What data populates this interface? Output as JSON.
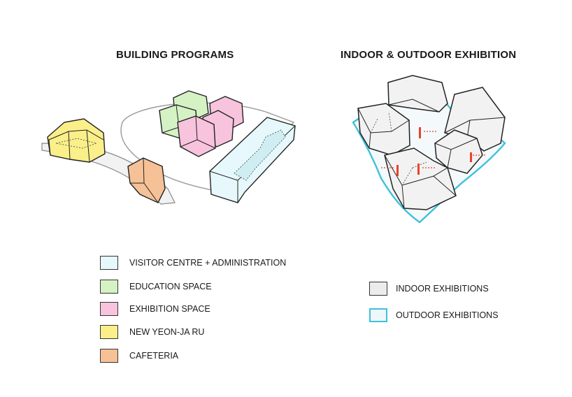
{
  "left_panel": {
    "title": "BUILDING PROGRAMS",
    "legend": [
      {
        "label": "VISITOR CENTRE  + ADMINISTRATION",
        "color": "#e6f8fb"
      },
      {
        "label": "EDUCATION SPACE",
        "color": "#d5f2c4"
      },
      {
        "label": "EXHIBITION SPACE",
        "color": "#f8c3dd"
      },
      {
        "label": "NEW YEON-JA RU",
        "color": "#fbef8a"
      },
      {
        "label": "CAFETERIA",
        "color": "#f6c197"
      }
    ]
  },
  "right_panel": {
    "title": "INDOOR & OUTDOOR EXHIBITION",
    "legend": [
      {
        "label": "INDOOR EXHIBITIONS",
        "fill": "#ececec",
        "border": "#333333"
      },
      {
        "label": "OUTDOOR EXHIBITIONS",
        "fill": "#eef7f9",
        "border": "#3fc0dc"
      }
    ]
  },
  "colors": {
    "outline": "#222222",
    "arrow": "#e8432c",
    "site_line": "#8a8a8a"
  }
}
